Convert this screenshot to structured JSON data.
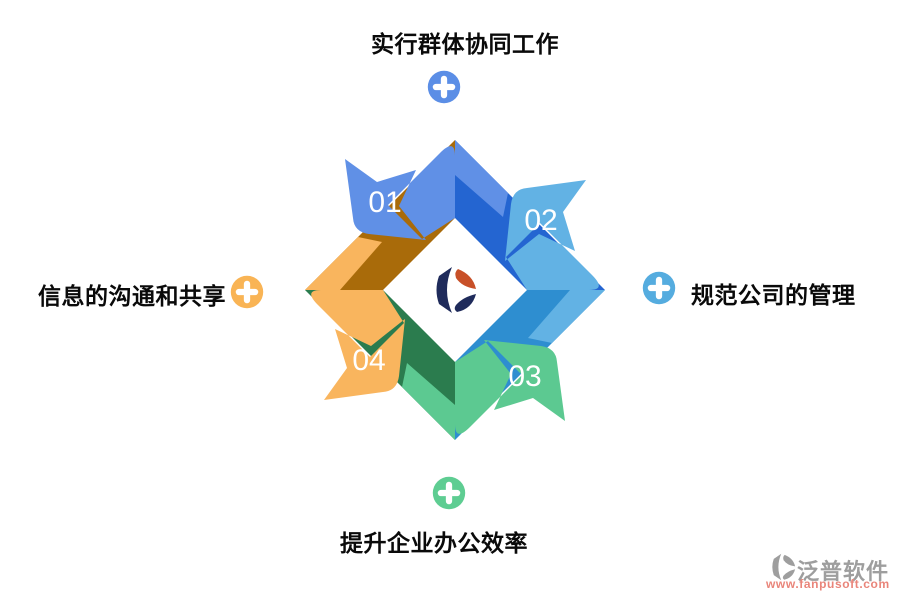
{
  "labels": {
    "top": "实行群体协同工作",
    "right": "规范公司的管理",
    "bottom": "提升企业办公效率",
    "left": "信息的沟通和共享"
  },
  "steps": [
    {
      "number": "01"
    },
    {
      "number": "02"
    },
    {
      "number": "03"
    },
    {
      "number": "04"
    }
  ],
  "watermark": {
    "brand": "泛普软件",
    "url": "www.fanpusoft.com"
  },
  "icons": [
    "plus-icon",
    "fanpu-logo-icon"
  ],
  "colors": {
    "s1_bright": "#6090e6",
    "s1_dark": "#2465d1",
    "s2_bright": "#62b2e4",
    "s2_dark": "#2e8ed0",
    "s3_bright": "#5cc991",
    "s3_dark": "#2b7c4e",
    "s4_bright": "#f9b55e",
    "s4_dark": "#a96b0a",
    "plus_top": "#5b8ee6",
    "plus_right": "#55acdf",
    "plus_bottom": "#5ecd92",
    "plus_left": "#f9b455",
    "logo_navy": "#1f2b5b",
    "logo_orange": "#c85028",
    "text": "#0a0a0a",
    "watermark_text": "#9e9e9e",
    "watermark_url": "#e9857a",
    "background": "#ffffff"
  }
}
